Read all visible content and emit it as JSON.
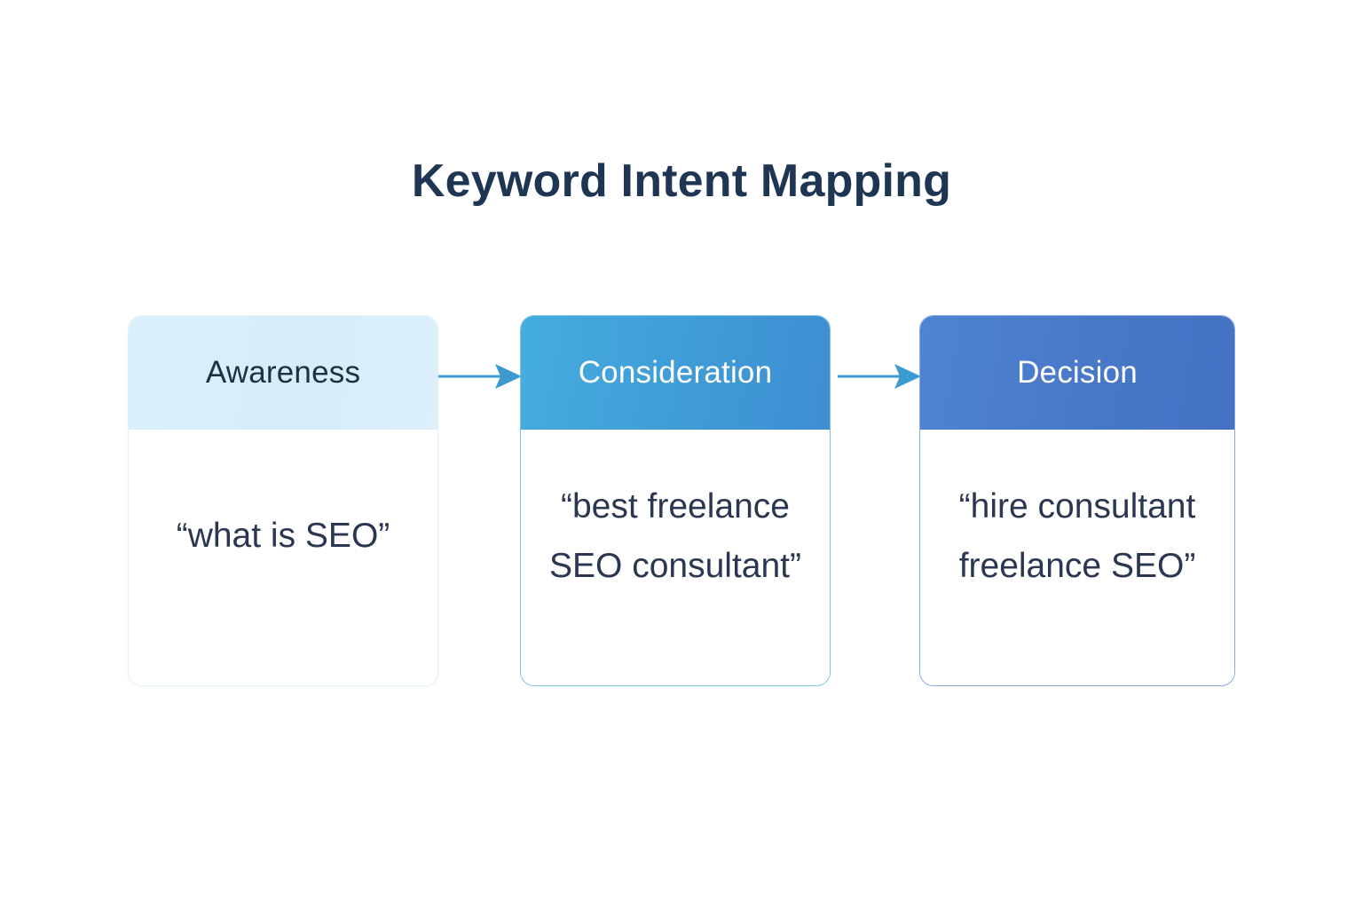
{
  "title": "Keyword Intent Mapping",
  "background_color": "#ffffff",
  "title_color": "#1e3553",
  "stages": [
    {
      "name": "awareness",
      "label": "Awareness",
      "keyword": "“what is SEO”",
      "header_color": "#d7effa",
      "header_text_color": "#1d3142",
      "body_text_color": "#2b3650",
      "border_color": "#e4f1fb"
    },
    {
      "name": "consideration",
      "label": "Consideration",
      "keyword": "“best freelance SEO consultant”",
      "header_color": "#3f9ad6",
      "header_text_color": "#ffffff",
      "body_text_color": "#2b3650",
      "border_color": "#7cc0e4"
    },
    {
      "name": "decision",
      "label": "Decision",
      "keyword": "“hire consultant freelance SEO”",
      "header_color": "#4472c4",
      "header_text_color": "#ffffff",
      "body_text_color": "#2b3650",
      "border_color": "#8aa7dd"
    }
  ],
  "connectors": [
    {
      "name": "arrow-awareness-to-consideration",
      "icon": "arrow-right-icon",
      "color": "#3d9bd1"
    },
    {
      "name": "arrow-consideration-to-decision",
      "icon": "arrow-right-icon",
      "color": "#3d9bd1"
    }
  ]
}
